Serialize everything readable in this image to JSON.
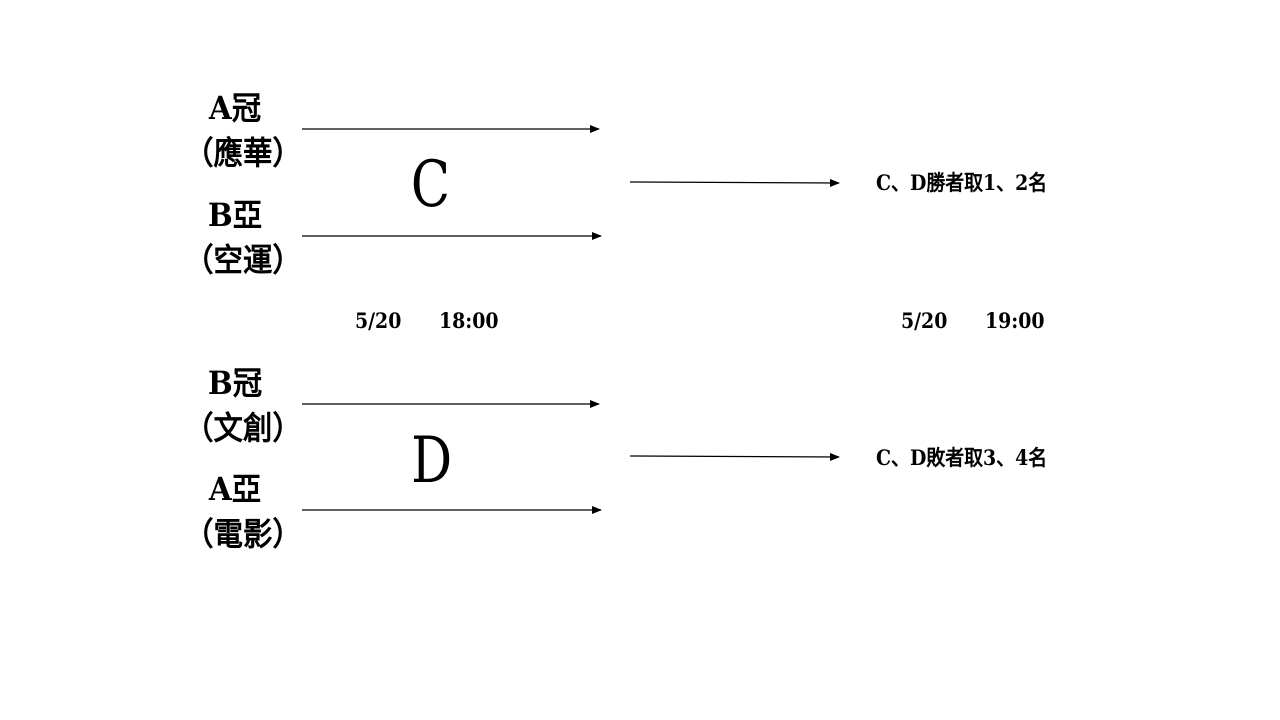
{
  "match_c": {
    "letter": "C",
    "team_top": {
      "seed": "A冠",
      "name": "（應華）"
    },
    "team_bottom": {
      "seed": "B亞",
      "name": "（空運）"
    },
    "date": "5/20",
    "time": "18:00"
  },
  "match_d": {
    "letter": "D",
    "team_top": {
      "seed": "B冠",
      "name": "（文創）"
    },
    "team_bottom": {
      "seed": "A亞",
      "name": "（電影）"
    }
  },
  "final": {
    "winner_result": "C、D勝者取1、2名",
    "loser_result": "C、D敗者取3、4名",
    "date": "5/20",
    "time": "19:00"
  }
}
